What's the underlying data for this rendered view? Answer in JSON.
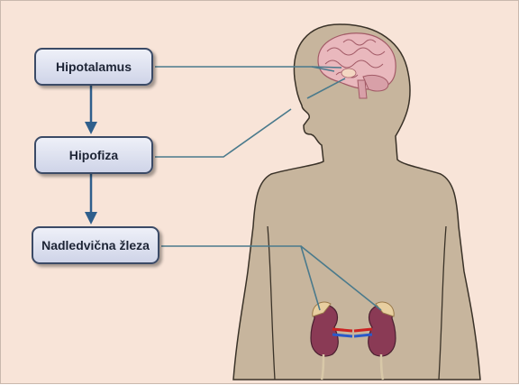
{
  "diagram": {
    "nodes": [
      {
        "id": "hypothalamus",
        "label": "Hipotalamus"
      },
      {
        "id": "pituitary",
        "label": "Hipofiza"
      },
      {
        "id": "adrenal",
        "label": "Nadledvična žleza"
      }
    ],
    "edges": [
      {
        "from": "hypothalamus",
        "to": "pituitary"
      },
      {
        "from": "pituitary",
        "to": "adrenal"
      }
    ],
    "colors": {
      "background": "#f8e4d8",
      "body": "#c7b59d",
      "body_outline": "#3a3228",
      "box_border": "#3b4a66",
      "arrow": "#2f5f8c",
      "pointer_line": "#4a7a8c",
      "brain": "#e9b8bd",
      "kidney": "#8a3a55",
      "adrenal_gland": "#e8cfa0"
    }
  }
}
